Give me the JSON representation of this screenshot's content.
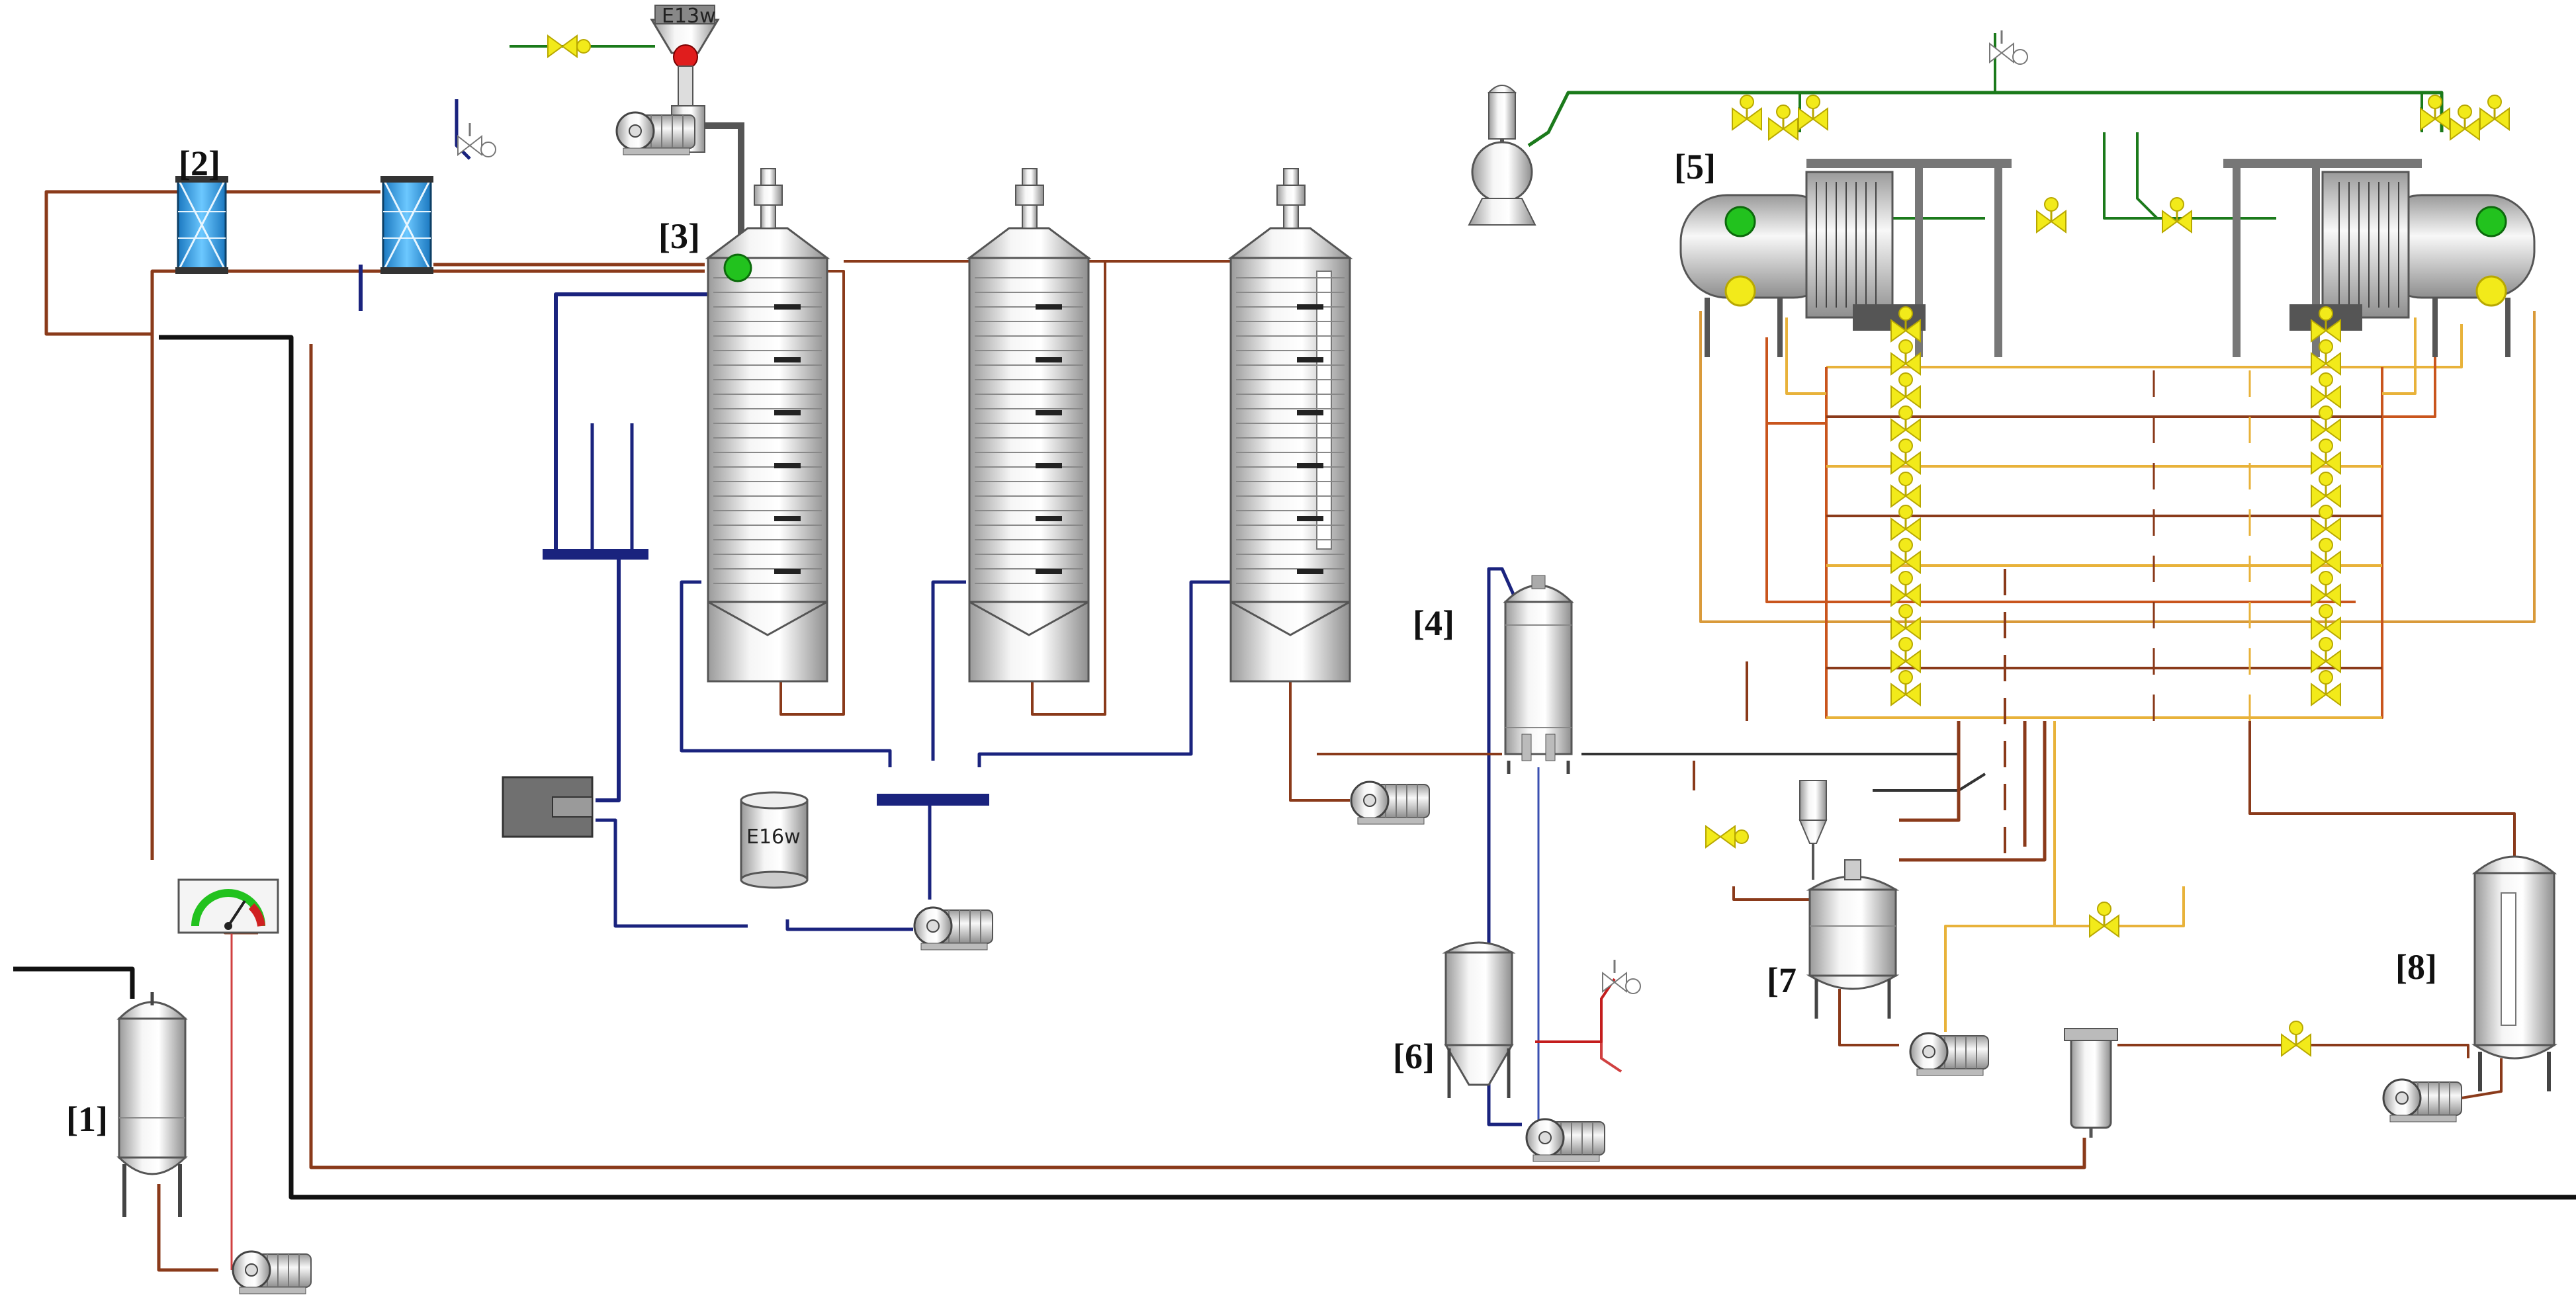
{
  "labels": {
    "l1": "[1]",
    "l2": "[2]",
    "l3": "[3]",
    "l4": "[4]",
    "l5": "[5]",
    "l6": "[6]",
    "l7": "[7",
    "l8": "[8]"
  },
  "tags": {
    "e13": "E13w",
    "e16": "E16w"
  },
  "colors": {
    "hot_pipe": "#8a3a1a",
    "cold_pipe": "#1a237e",
    "dark_pipe": "#111111",
    "gas_pipe": "#1b7a1b",
    "thin_red": "#d04040",
    "yellow_pipe": "#e8b23a",
    "valve": "#f2ea1a",
    "exchanger": "#2f9fe0",
    "green_led": "#22c21e",
    "vessel_light": "#f4f4f4",
    "vessel_dark": "#9a9a9a"
  },
  "icons": {
    "valve": "valve-icon",
    "pump": "pump-icon",
    "gauge": "pressure-gauge-icon"
  }
}
